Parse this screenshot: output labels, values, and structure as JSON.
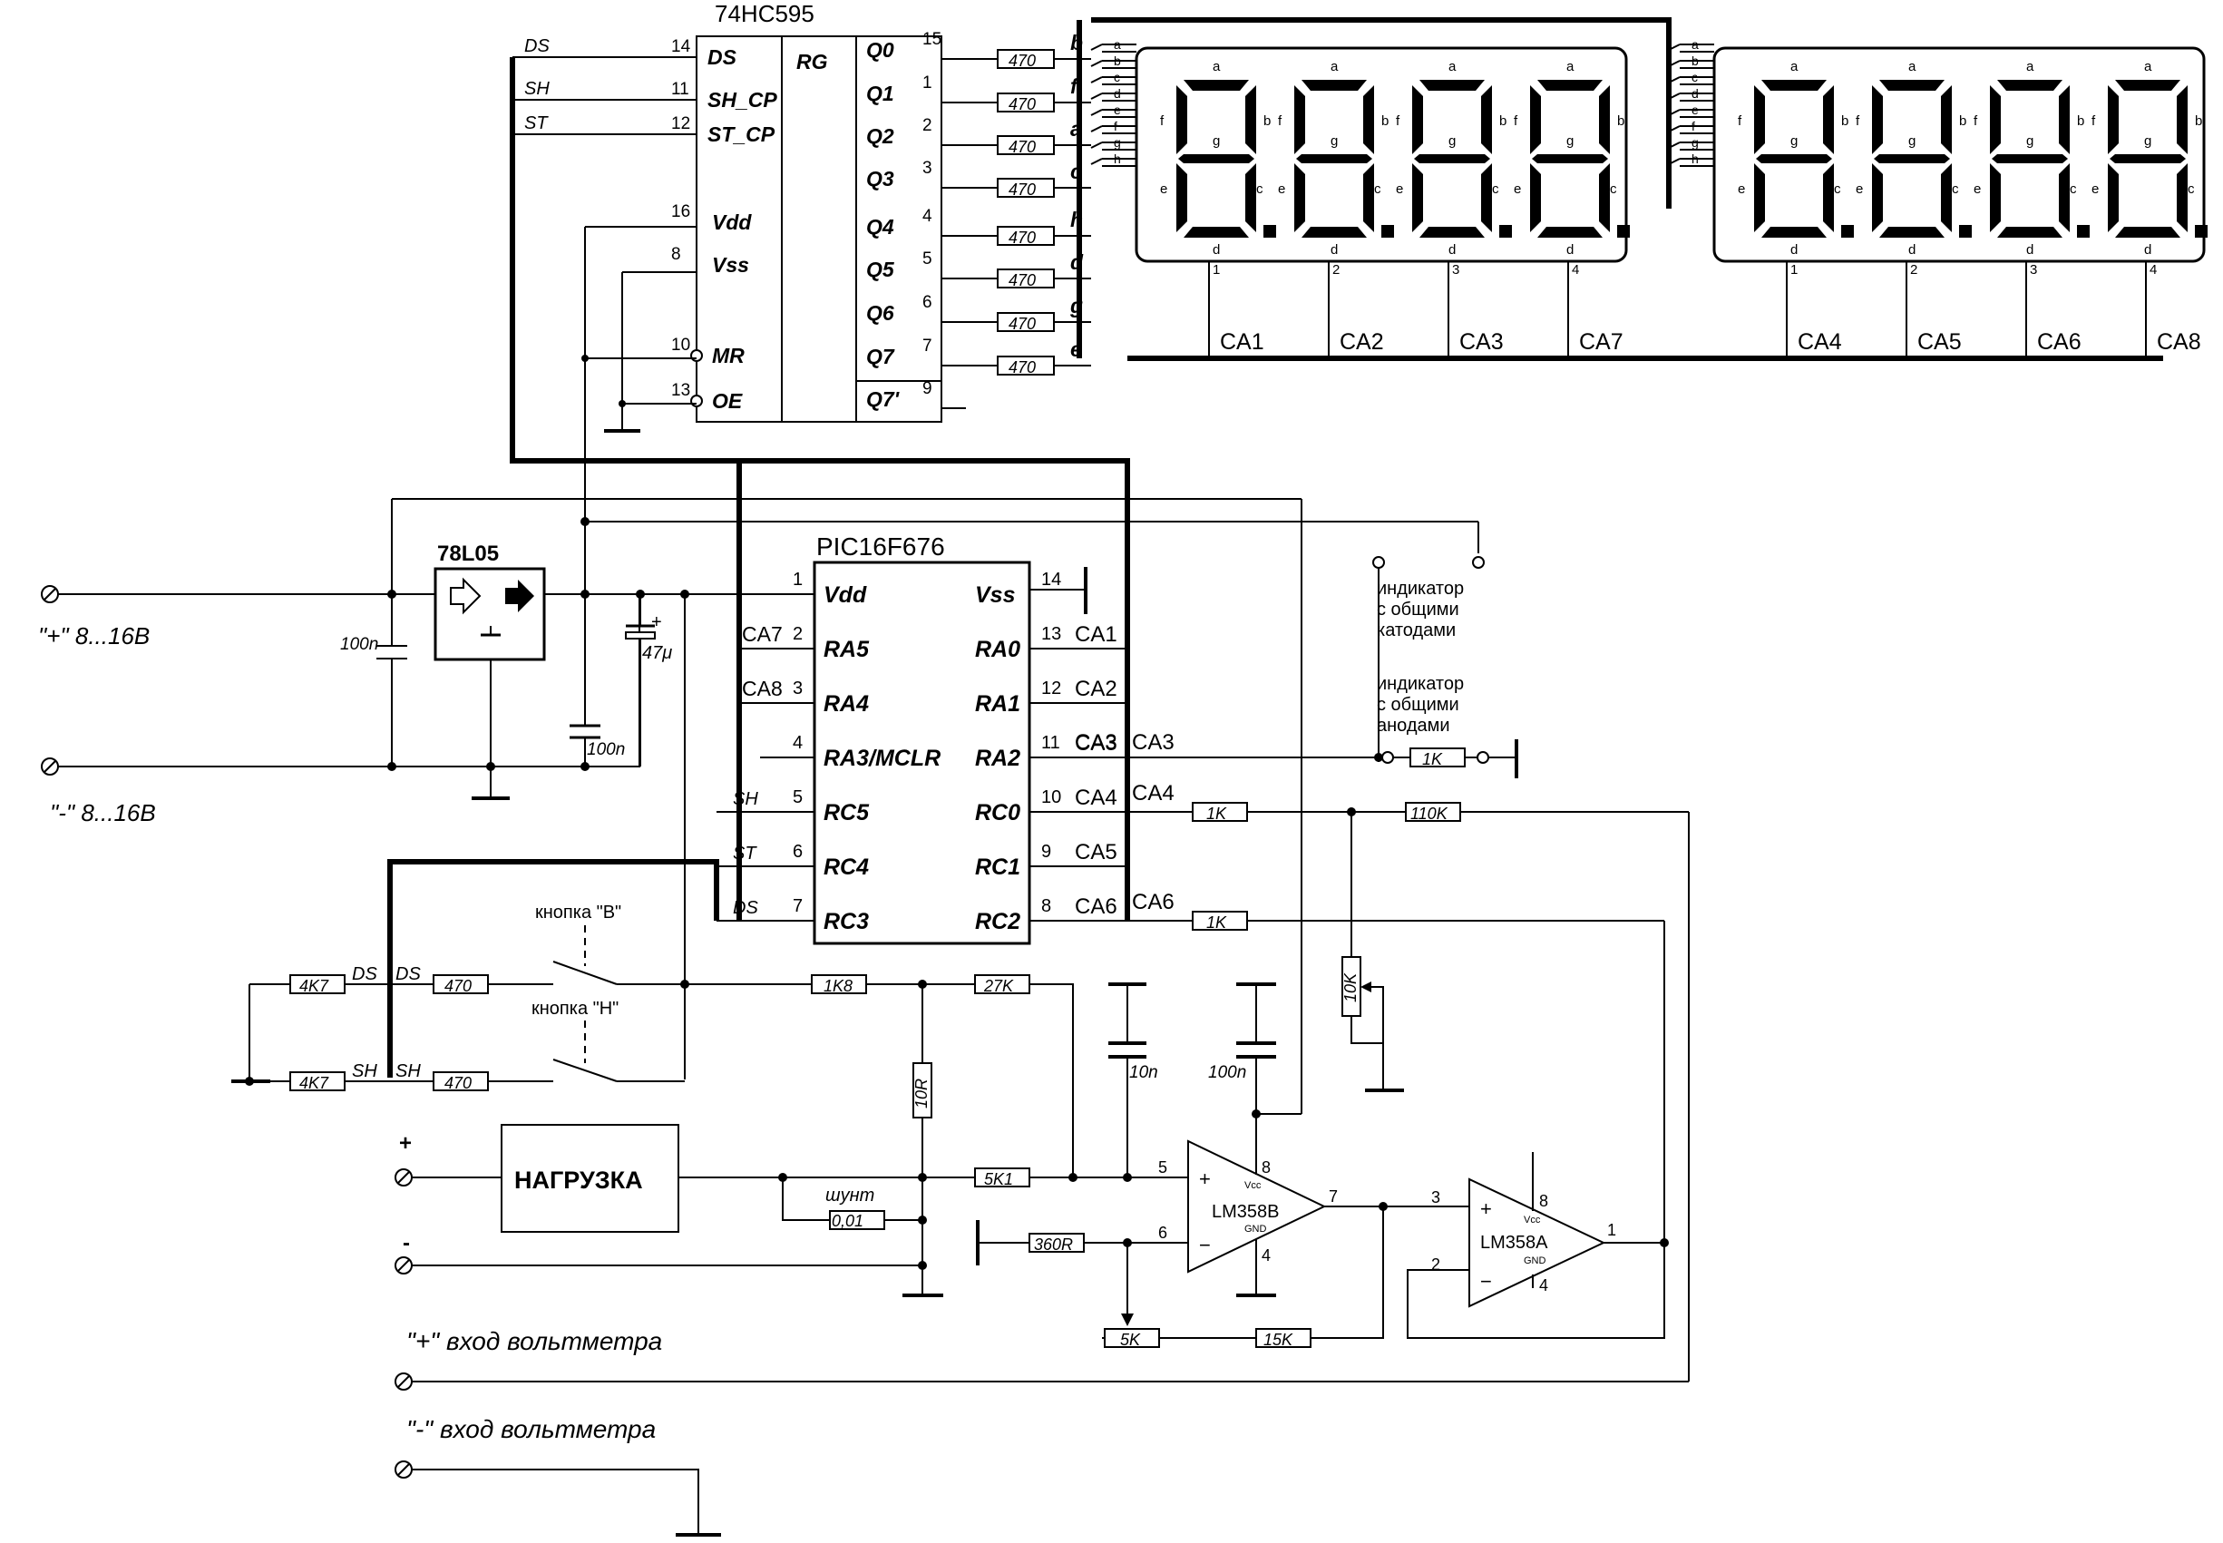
{
  "shift_register": {
    "name": "74HC595",
    "reg": "RG",
    "left_pins": [
      {
        "num": "14",
        "label": "DS",
        "net": "DS"
      },
      {
        "num": "11",
        "label": "SH_CP",
        "net": "SH"
      },
      {
        "num": "12",
        "label": "ST_CP",
        "net": "ST"
      },
      {
        "num": "16",
        "label": "Vdd",
        "net": ""
      },
      {
        "num": "8",
        "label": "Vss",
        "net": ""
      },
      {
        "num": "10",
        "label": "MR",
        "net": ""
      },
      {
        "num": "13",
        "label": "OE",
        "net": ""
      }
    ],
    "right_pins": [
      {
        "num": "15",
        "label": "Q0",
        "seg": "b"
      },
      {
        "num": "1",
        "label": "Q1",
        "seg": "f"
      },
      {
        "num": "2",
        "label": "Q2",
        "seg": "a"
      },
      {
        "num": "3",
        "label": "Q3",
        "seg": "c"
      },
      {
        "num": "4",
        "label": "Q4",
        "seg": "h"
      },
      {
        "num": "5",
        "label": "Q5",
        "seg": "d"
      },
      {
        "num": "6",
        "label": "Q6",
        "seg": "g"
      },
      {
        "num": "7",
        "label": "Q7",
        "seg": "e"
      },
      {
        "num": "9",
        "label": "Q7'",
        "seg": ""
      }
    ],
    "resistor": "470"
  },
  "display": {
    "seg_inputs": [
      "a",
      "b",
      "c",
      "d",
      "e",
      "f",
      "g",
      "h"
    ],
    "seg_labels": {
      "a": "a",
      "b": "b",
      "c": "c",
      "d": "d",
      "e": "e",
      "f": "f",
      "g": "g"
    },
    "left_digits": [
      {
        "pin": "1",
        "net": "CA1"
      },
      {
        "pin": "2",
        "net": "CA2"
      },
      {
        "pin": "3",
        "net": "CA3"
      },
      {
        "pin": "4",
        "net": "CA7"
      }
    ],
    "right_digits": [
      {
        "pin": "1",
        "net": "CA4"
      },
      {
        "pin": "2",
        "net": "CA5"
      },
      {
        "pin": "3",
        "net": "CA6"
      },
      {
        "pin": "4",
        "net": "CA8"
      }
    ]
  },
  "mcu": {
    "name": "PIC16F676",
    "left_pins": [
      {
        "num": "1",
        "label": "Vdd",
        "net": ""
      },
      {
        "num": "2",
        "label": "RA5",
        "net": "CA7"
      },
      {
        "num": "3",
        "label": "RA4",
        "net": "CA8"
      },
      {
        "num": "4",
        "label": "RA3/MCLR",
        "net": ""
      },
      {
        "num": "5",
        "label": "RC5",
        "net": "SH"
      },
      {
        "num": "6",
        "label": "RC4",
        "net": "ST"
      },
      {
        "num": "7",
        "label": "RC3",
        "net": "DS"
      }
    ],
    "right_pins": [
      {
        "num": "14",
        "label": "Vss",
        "net": ""
      },
      {
        "num": "13",
        "label": "RA0",
        "net": "CA1"
      },
      {
        "num": "12",
        "label": "RA1",
        "net": "CA2"
      },
      {
        "num": "11",
        "label": "RA2",
        "net": "CA3"
      },
      {
        "num": "10",
        "label": "RC0",
        "net": "CA4"
      },
      {
        "num": "9",
        "label": "RC1",
        "net": "CA5"
      },
      {
        "num": "8",
        "label": "RC2",
        "net": "CA6"
      }
    ]
  },
  "power": {
    "regulator": "78L05",
    "plus_label": "\"+\" 8...16B",
    "minus_label": "\"-\" 8...16B",
    "c_in": "100n",
    "c_elec": "47μ",
    "c_elec_plus": "+",
    "c_dec": "100n"
  },
  "jumper": {
    "cathode_text": [
      "индикатор",
      "с общими",
      "катодами"
    ],
    "anode_text": [
      "индикатор",
      "с общими",
      "анодами"
    ],
    "r": "1K",
    "ca3": "CA3",
    "ca4": "CA4",
    "ca6": "CA6"
  },
  "buttons": {
    "btn_b": "кнопка \"B\"",
    "btn_n": "кнопка \"H\"",
    "r_pull": "4K7",
    "r_ser": "470",
    "ds": "DS",
    "sh": "SH"
  },
  "analog": {
    "r_1k8": "1K8",
    "r_27k": "27K",
    "r_10r": "10R",
    "r_5k1": "5K1",
    "r_360r": "360R",
    "r_5k": "5K",
    "r_15k": "15K",
    "r_1k_rc0": "1K",
    "r_110k": "110K",
    "r_1k_rc2": "1K",
    "pot_10k": "10K",
    "c_10n": "10n",
    "c_100n": "100n",
    "load": "НАГРУЗКА",
    "load_plus": "+",
    "load_minus": "-",
    "shunt_label": "шунт",
    "shunt_val": "0,01",
    "opamp_b": "LM358B",
    "opamp_a": "LM358A",
    "vcc": "Vcc",
    "gnd": "GND",
    "opb_pins": {
      "plus_in": "5",
      "minus_in": "6",
      "out": "7",
      "vcc": "8",
      "gnd": "4"
    },
    "opa_pins": {
      "plus_in": "3",
      "minus_in": "2",
      "out": "1",
      "vcc": "8",
      "gnd": "4"
    },
    "plus": "+",
    "minus": "−"
  },
  "voltmeter": {
    "plus": "\"+\" вход вольтметра",
    "minus": "\"-\" вход вольтметра"
  }
}
